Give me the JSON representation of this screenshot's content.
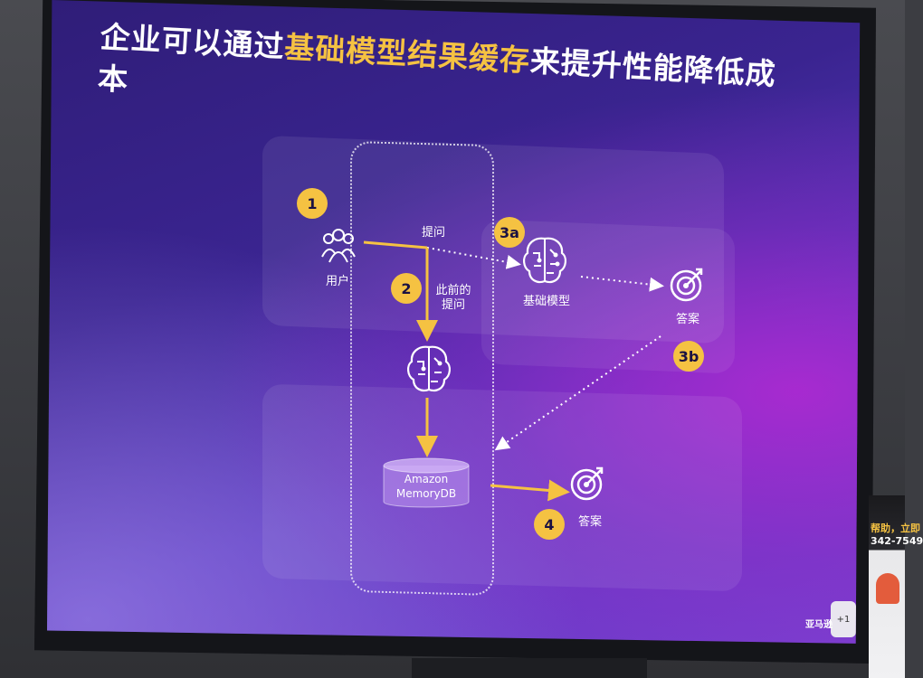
{
  "slide": {
    "title_prefix": "企业可以通过",
    "title_highlight": "基础模型结果缓存",
    "title_suffix": "来提升性能降低成本"
  },
  "diagram": {
    "step_1": "1",
    "step_2": "2",
    "step_3a": "3a",
    "step_3b": "3b",
    "step_4": "4",
    "user_label": "用户",
    "prompt_label": "提问",
    "previous_prompt_line1": "此前的",
    "previous_prompt_line2": "提问",
    "foundation_model_label": "基础模型",
    "answer_top_label": "答案",
    "answer_bottom_label": "答案",
    "db_label_line1": "Amazon",
    "db_label_line2": "MemoryDB"
  },
  "corner": {
    "hint_card": "+1",
    "logo_text": "亚马逊"
  },
  "side_sign": {
    "line1": "帮助，立即",
    "line2": "342-7549"
  },
  "colors": {
    "accent": "#f5c242",
    "text": "#ffffff"
  }
}
